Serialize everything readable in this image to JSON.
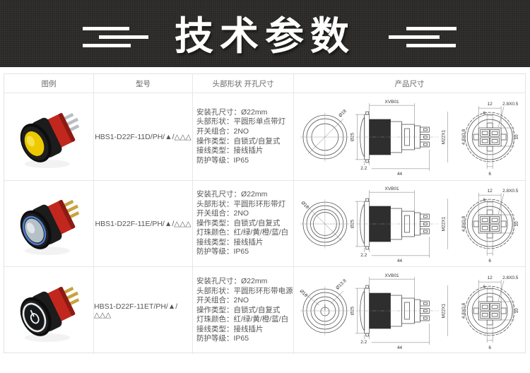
{
  "banner": {
    "title": "技术参数",
    "bg_color": "#2d2c2a",
    "text_color": "#ffffff"
  },
  "table": {
    "headers": [
      "图例",
      "型号",
      "头部形状 开孔尺寸",
      "产品尺寸"
    ],
    "rows": [
      {
        "image_alt": "yellow-dot-illuminated-push-button",
        "image_colors": {
          "face": "#edc900",
          "face_hi": "#f8e558",
          "ring": "#0d0d0d",
          "bezel": "#0d0d0d",
          "body": "#1c1c1c",
          "housing": "#c2271e",
          "housing_dark": "#8d1a13",
          "pins": "#b9bec2"
        },
        "model": "HBS1-D22F-11D/PH/▲/△△△",
        "specs": [
          "安装孔尺寸：Ø22mm",
          "头部形状：平圆形单点带灯",
          "开关组合：2NO",
          "操作类型：自锁式/自复式",
          "接线类型：接线插片",
          "防护等级：IP65"
        ],
        "drawing": {
          "front_dia": "Ø18",
          "top_label": "XVB01",
          "body_dia": "Ø25",
          "thread": "M22X1",
          "flange_t": "2.2",
          "total_len": "44",
          "rear_top_w": "12",
          "rear_top_gap": "6",
          "terminal_spec": "2.8X0.5",
          "terminal_spec2": "4.8X0.8",
          "rear_side": "10",
          "rear_bottom": "6"
        }
      },
      {
        "image_alt": "blue-ring-illuminated-push-button",
        "image_colors": {
          "face": "#b6c0c8",
          "face_hi": "#e7ebee",
          "ring": "#4d82d8",
          "bezel": "#0d0d0d",
          "body": "#1c1c1c",
          "housing": "#c2271e",
          "housing_dark": "#8d1a13",
          "pins": "#c9a23e"
        },
        "model": "HBS1-D22F-11E/PH/▲/△△△",
        "specs": [
          "安装孔尺寸：Ø22mm",
          "头部形状：平圆形环形带灯",
          "开关组合：2NO",
          "操作类型：自锁式/自复式",
          "灯珠颜色：红/绿/黄/橙/蓝/白",
          "接线类型：接线插片",
          "防护等级：IP65"
        ],
        "drawing": {
          "front_dia": "Ø18",
          "top_label": "XVB01",
          "body_dia": "Ø25",
          "thread": "M22X1",
          "flange_t": "2.2",
          "total_len": "44",
          "rear_top_w": "12",
          "rear_top_gap": "6",
          "terminal_spec": "2.8X0.5",
          "terminal_spec2": "4.8X0.8",
          "rear_side": "10",
          "rear_bottom": "6"
        }
      },
      {
        "image_alt": "power-symbol-illuminated-push-button",
        "image_colors": {
          "face": "#16191b",
          "face_hi": "#2a2e31",
          "ring": "#e8eaec",
          "symbol": "#f2f4f5",
          "bezel": "#0d0d0d",
          "body": "#1c1c1c",
          "housing": "#c2271e",
          "housing_dark": "#8d1a13",
          "pins": "#c9a23e"
        },
        "model": "HBS1-D22F-11ET/PH/▲/△△△",
        "specs": [
          "安装孔尺寸：Ø22mm",
          "头部形状：平圆形环形带电源符号",
          "开关组合：2NO",
          "操作类型：自锁式/自复式",
          "灯珠颜色：红/绿/黄/橙/蓝/白",
          "接线类型：接线插片",
          "防护等级：IP65"
        ],
        "drawing": {
          "front_dia": "Ø18",
          "front_dia2": "Ø13.8",
          "top_label": "XVB01",
          "body_dia": "Ø25",
          "thread": "M22X1",
          "flange_t": "2.2",
          "total_len": "44",
          "rear_top_w": "12",
          "rear_top_gap": "6",
          "terminal_spec": "2.8X0.5",
          "terminal_spec2": "4.8X0.8",
          "rear_side": "10",
          "rear_bottom": "6"
        }
      }
    ]
  }
}
